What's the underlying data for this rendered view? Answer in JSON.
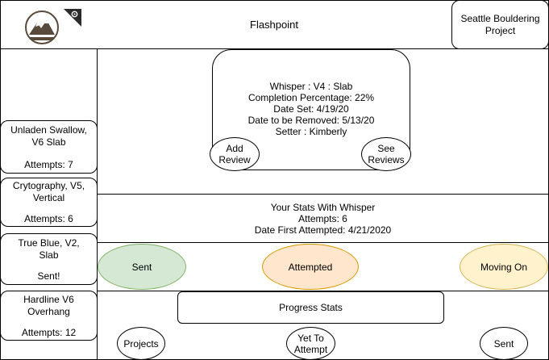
{
  "header": {
    "title": "Flashpoint",
    "gym_button": "Seattle Bouldering Project",
    "logo_icon": "mountain-logo-icon",
    "settings_icon": "gear-icon"
  },
  "sidebar": {
    "items": [
      {
        "name": "Unladen Swallow, V6 Slab",
        "status": "Attempts: 7"
      },
      {
        "name": "Crytography, V5, Vertical",
        "status": "Attempts: 6"
      },
      {
        "name": "True Blue, V2, Slab",
        "status": "Sent!"
      },
      {
        "name": "Hardline V6 Overhang",
        "status": "Attempts: 12"
      }
    ]
  },
  "climb": {
    "line1": "Whisper : V4 : Slab",
    "line2": "Completion Percentage: 22%",
    "line3": "Date Set: 4/19/20",
    "line4": "Date to be Removed: 5/13/20",
    "line5": "Setter : Kimberly",
    "add_review": "Add Review",
    "see_reviews": "See Reviews"
  },
  "stats": {
    "line1": "Your Stats With Whisper",
    "line2": "Attempts: 6",
    "line3": "Date First Attempted: 4/21/2020"
  },
  "status_buttons": {
    "sent": "Sent",
    "attempted": "Attempted",
    "moving_on": "Moving On"
  },
  "progress": {
    "title": "Progress Stats",
    "projects": "Projects",
    "yet_to_attempt": "Yet To Attempt",
    "sent": "Sent"
  },
  "colors": {
    "sent_fill": "#d5e8d4",
    "sent_stroke": "#82b366",
    "attempted_fill": "#ffe6cc",
    "attempted_stroke": "#d79b00",
    "moving_fill": "#fff2cc",
    "moving_stroke": "#d6b656"
  }
}
